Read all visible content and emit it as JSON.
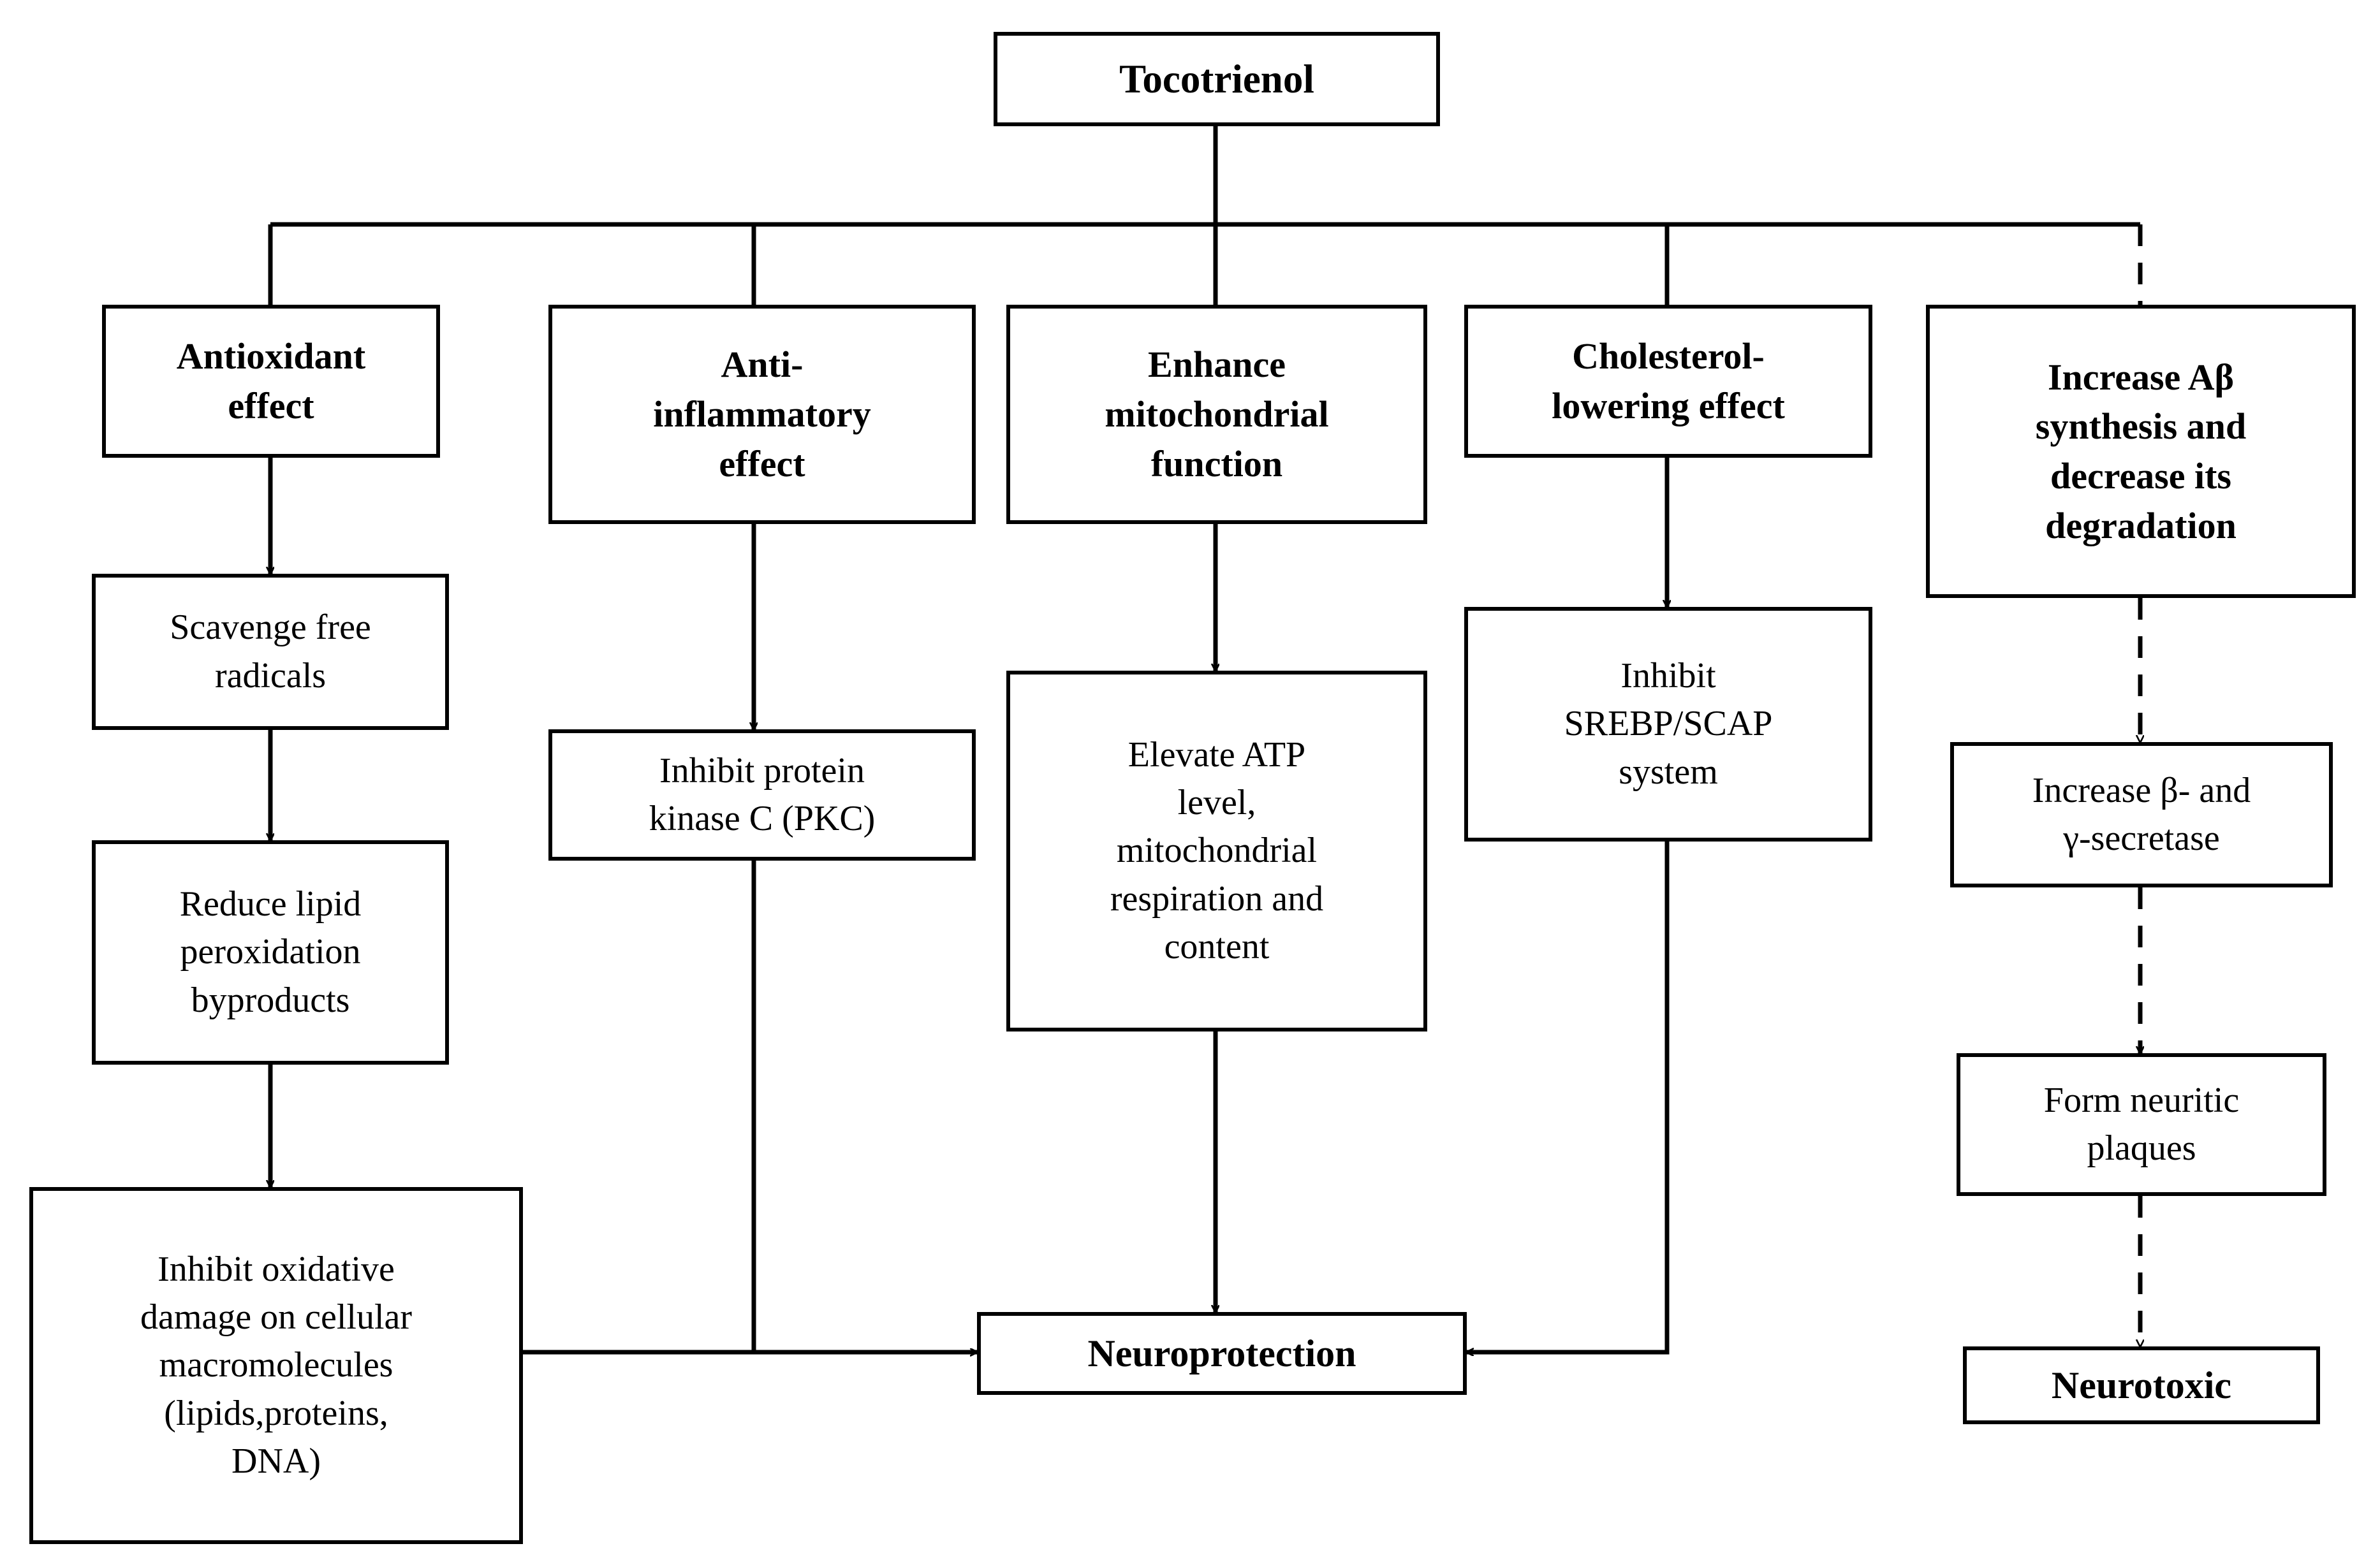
{
  "diagram": {
    "title_node": {
      "label": "Tocotrienol",
      "bold": true
    },
    "mechanism_nodes": [
      {
        "label": "Antioxidant\neffect",
        "bold": true
      },
      {
        "label": "Anti-\ninflammatory\neffect",
        "bold": true
      },
      {
        "label": "Enhance\nmitochondrial\nfunction",
        "bold": true
      },
      {
        "label": "Cholesterol-\nlowering effect",
        "bold": true
      },
      {
        "label": "Increase Aβ\nsynthesis and\ndecrease its\ndegradation",
        "bold": true
      }
    ],
    "detail_nodes": [
      {
        "label": "Scavenge free\nradicals",
        "bold": false
      },
      {
        "label": "Reduce lipid\nperoxidation\nbyproducts",
        "bold": false
      },
      {
        "label": "Inhibit oxidative\ndamage on cellular\nmacromolecules\n(lipids,proteins,\nDNA)",
        "bold": false
      },
      {
        "label": "Inhibit protein\nkinase C (PKC)",
        "bold": false
      },
      {
        "label": "Elevate ATP\nlevel,\nmitochondrial\nrespiration and\ncontent",
        "bold": false
      },
      {
        "label": "Inhibit\nSREBP/SCAP\nsystem",
        "bold": false
      },
      {
        "label": "Increase β- and\nγ-secretase",
        "bold": false
      },
      {
        "label": "Form neuritic\nplaques",
        "bold": false
      }
    ],
    "outcome_nodes": [
      {
        "label": "Neuroprotection",
        "bold": true
      },
      {
        "label": "Neurotoxic",
        "bold": true
      }
    ],
    "colors": {
      "line": "#000000",
      "box_fill": "#ffffff",
      "text": "#000000"
    },
    "edge_styles": {
      "solid": "solid",
      "dashed": "dashed"
    }
  }
}
